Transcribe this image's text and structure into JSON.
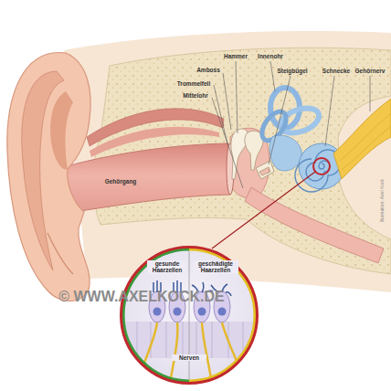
{
  "diagram": {
    "nodes": [
      {
        "text": [
          "gesunde Haarzellen",
          "geschädigte Haarzellen",
          "Nerven"
        ]
      }
    ],
    "labels": [
      "Hammer",
      "Innenohr",
      "Amboss",
      "Steigbügel",
      "Schnecke",
      "Gehörnerv",
      "Trommelfell",
      "Mittelohr",
      "Gehörgang",
      "© WWW.AXELKOCK.DE",
      "Illustration: Axel Kock"
    ]
  }
}
